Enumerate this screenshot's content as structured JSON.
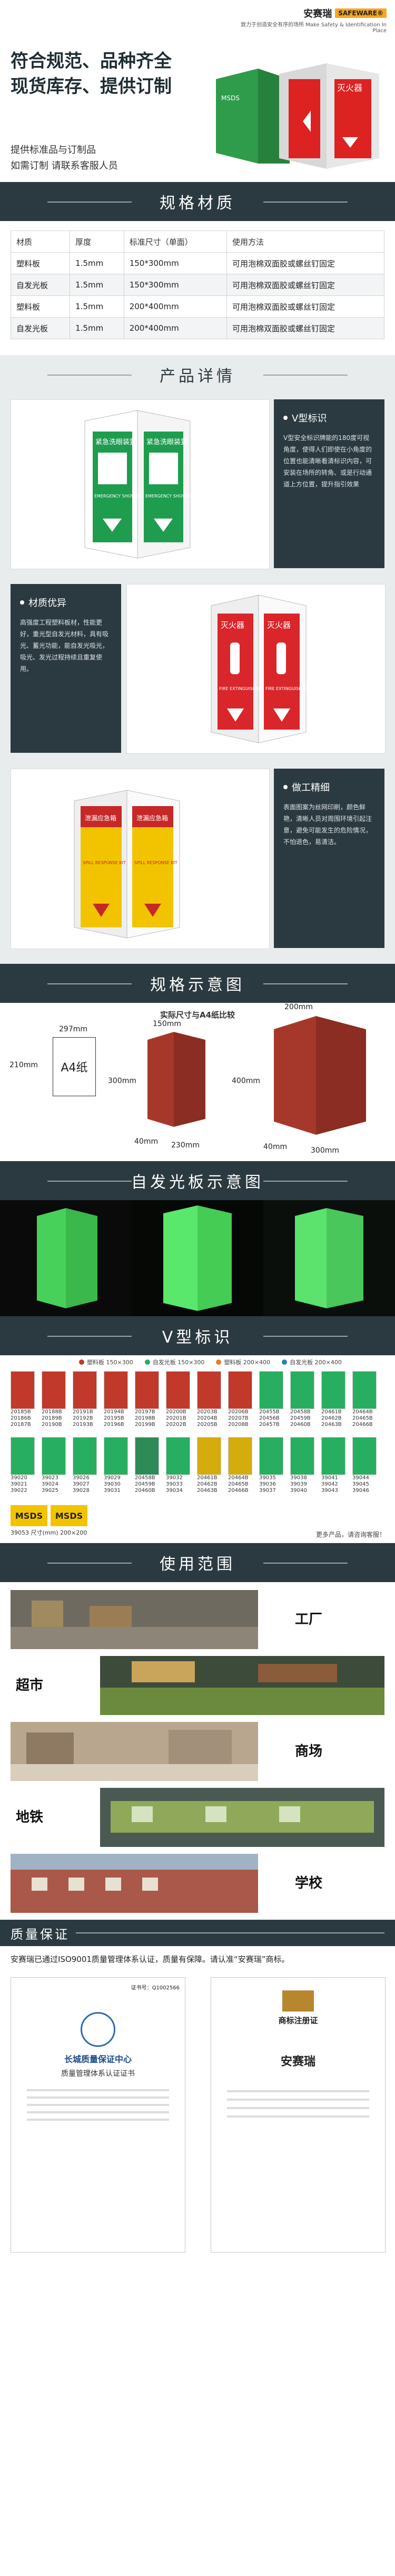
{
  "brand": {
    "logo": "安赛瑞",
    "en": "SAFEWARE®",
    "tagline": "致力于创造安全有序的场所 Make Safety & Identification In Place"
  },
  "hero": {
    "title_lines": [
      "符合规范、品种齐全",
      "现货库存、提供订制"
    ],
    "offer_lines": [
      "提供标准品与订制品",
      "如需订制 请联系客服人员"
    ]
  },
  "spec": {
    "title": "规格材质",
    "headers": [
      "材质",
      "厚度",
      "标准尺寸（单面）",
      "使用方法"
    ],
    "rows": [
      [
        "塑料板",
        "1.5mm",
        "150*300mm",
        "可用泡棉双面胶或螺丝钉固定"
      ],
      [
        "自发光板",
        "1.5mm",
        "150*300mm",
        "可用泡棉双面胶或螺丝钉固定"
      ],
      [
        "塑料板",
        "1.5mm",
        "200*400mm",
        "可用泡棉双面胶或螺丝钉固定"
      ],
      [
        "自发光板",
        "1.5mm",
        "200*400mm",
        "可用泡棉双面胶或螺丝钉固定"
      ]
    ]
  },
  "detail": {
    "title": "产品详情",
    "cards": [
      {
        "title": "V型标识",
        "text": "V型安全标识牌能的180度可视角度，使得人们即使在小角度的位置也能清晰看清标识内容，可安装在场所的转角、或是行动通道上方位置，提升指引效果"
      },
      {
        "title": "材质优异",
        "text": "高强度工程塑料板材，性能更好，重光型自发光材料，具有吸光、蓄光功能，能自发光吸光，吸光、发光过程持续且重复使用。"
      },
      {
        "title": "做工精细",
        "text": "表面图案为丝网印刷，颜色鲜艳，清晰人员对周围环境引起注意，避免可能发生的危险情况，不怕退色，易清洁。"
      }
    ],
    "signs": {
      "emergency_cn": "紧急洗眼装置",
      "emergency_en": "EMERGENCY SHOWER",
      "fire_cn": "灭火器",
      "fire_en": "FIRE EXTINGUISHER",
      "spill_cn": "泄漏应急箱",
      "spill_en": "SPILL RESPONSE KIT",
      "msds": "MSDS"
    }
  },
  "size": {
    "title": "规格示意图",
    "subtitle": "实际尺寸与A4纸比较",
    "a4_label": "A4纸",
    "dims": {
      "a4_w": "297mm",
      "a4_h": "210mm",
      "s_top": "150mm",
      "s_h": "300mm",
      "s_d": "40mm",
      "s_w": "230mm",
      "l_top": "200mm",
      "l_h": "400mm",
      "l_d": "40mm",
      "l_w": "300mm"
    }
  },
  "glow": {
    "title": "自发光板示意图"
  },
  "catalog": {
    "title": "V型标识",
    "legend": [
      "塑料板 150×300",
      "自发光板 150×300",
      "塑料板 200×400",
      "自发光板 200×400"
    ],
    "legend_colors": [
      "#c0392b",
      "#27ae60",
      "#e67e22",
      "#2980b9"
    ],
    "codes": [
      [
        "20185B",
        "20186B",
        "20187B"
      ],
      [
        "20188B",
        "20189B",
        "20190B"
      ],
      [
        "20191B",
        "20192B",
        "20193B"
      ],
      [
        "20194B",
        "20195B",
        "20196B"
      ],
      [
        "20197B",
        "20198B",
        "20199B"
      ],
      [
        "20200B",
        "20201B",
        "20202B"
      ],
      [
        "20203B",
        "20204B",
        "20205B"
      ],
      [
        "20206B",
        "20207B",
        "20208B"
      ],
      [
        "20455B",
        "20456B",
        "20457B"
      ],
      [
        "20458B",
        "20459B",
        "20460B"
      ],
      [
        "20461B",
        "20462B",
        "20463B"
      ],
      [
        "20464B",
        "20465B",
        "20466B"
      ],
      [
        "39020",
        "39021",
        "39022"
      ],
      [
        "39023",
        "39024",
        "39025"
      ],
      [
        "39026",
        "39027",
        "39028"
      ],
      [
        "39029",
        "39030",
        "39031"
      ],
      [
        "20458B",
        "20459B",
        "20460B"
      ],
      [
        "39032",
        "39033",
        "39034"
      ],
      [
        "20461B",
        "20462B",
        "20463B"
      ],
      [
        "20464B",
        "20465B",
        "20466B"
      ],
      [
        "39035",
        "39036",
        "39037"
      ],
      [
        "39038",
        "39039",
        "39040"
      ],
      [
        "39041",
        "39042",
        "39043"
      ],
      [
        "39044",
        "39045",
        "39046"
      ]
    ],
    "msds_note": "39053 尺寸(mm) 200×200",
    "more": "更多产品，请咨询客服！"
  },
  "usage": {
    "title": "使用范围",
    "items": [
      "工厂",
      "超市",
      "商场",
      "地铁",
      "学校"
    ]
  },
  "quality": {
    "title": "质量保证",
    "note": "安赛瑞已通过ISO9001质量管理体系认证，质量有保障。请认准“安赛瑞”商标。",
    "cert_left": {
      "org": "长城质量保证中心",
      "doc": "质量管理体系认证证书",
      "no": "证书号：Q1002566"
    },
    "cert_right": {
      "title": "商标注册证",
      "mark": "安赛瑞"
    }
  }
}
